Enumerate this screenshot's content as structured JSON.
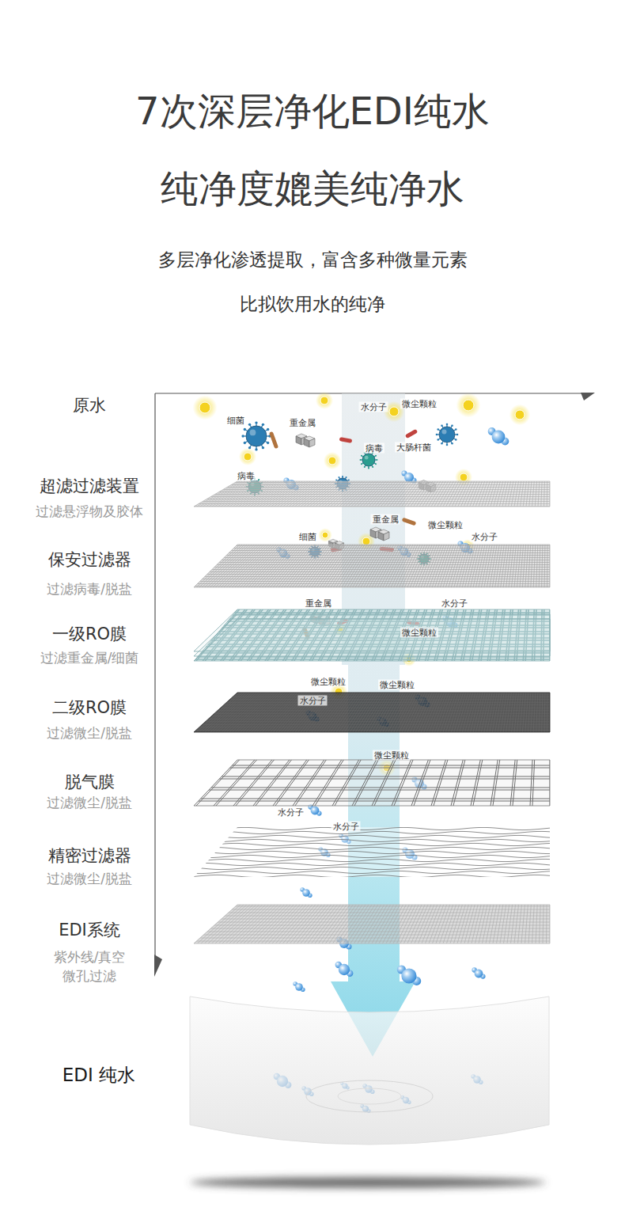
{
  "diagram": {
    "title": "7次深层净化EDI纯水 纯净度媲美纯净水",
    "caption": "多层净化渗透提取，富含多种微量元素 比拟饮用水的纯净",
    "nodes": [
      {
        "text": [
          "超滤过滤装置",
          "过滤悬浮物及胶体"
        ]
      },
      {
        "text": [
          "保安过滤器",
          "过滤病毒/脱盐"
        ]
      },
      {
        "text": [
          "一级RO膜",
          "过滤重金属/细菌"
        ]
      },
      {
        "text": [
          "二级RO膜",
          "过滤微尘/脱盐"
        ]
      },
      {
        "text": [
          "脱气膜",
          "过滤微尘/脱盐"
        ]
      },
      {
        "text": [
          "精密过滤器",
          "过滤微尘/脱盐"
        ]
      },
      {
        "text": [
          "EDI系统",
          "紫外线/真空 微孔过滤"
        ]
      },
      {
        "text": [
          "EDI 纯水"
        ]
      }
    ],
    "labels": [
      "原水",
      "水分子",
      "微尘颗粒",
      "细菌",
      "重金属",
      "病毒",
      "大肠杆菌",
      "病毒",
      "重金属",
      "微尘颗粒",
      "细菌",
      "水分子",
      "重金属",
      "水分子",
      "微尘颗粒",
      "微尘颗粒",
      "微尘颗粒",
      "水分子",
      "微尘颗粒",
      "水分子",
      "水分子"
    ]
  }
}
